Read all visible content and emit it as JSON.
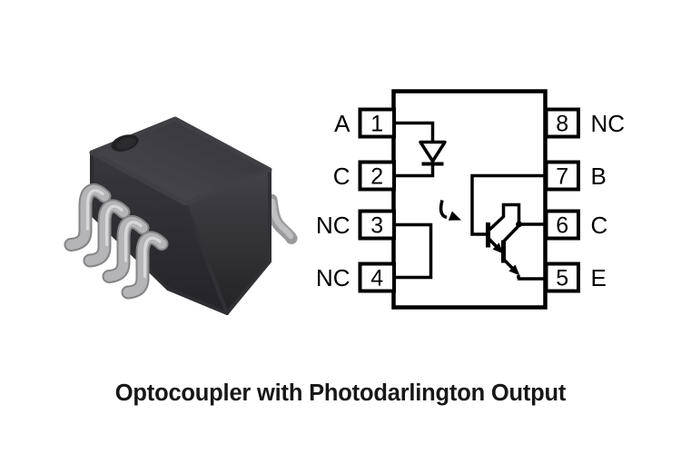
{
  "title": "Optocoupler with Photodarlington Output",
  "schematic": {
    "left_pins": [
      {
        "number": "1",
        "label": "A"
      },
      {
        "number": "2",
        "label": "C"
      },
      {
        "number": "3",
        "label": "NC"
      },
      {
        "number": "4",
        "label": "NC"
      }
    ],
    "right_pins": [
      {
        "number": "8",
        "label": "NC"
      },
      {
        "number": "7",
        "label": "B"
      },
      {
        "number": "6",
        "label": "C"
      },
      {
        "number": "5",
        "label": "E"
      }
    ],
    "graphics": {
      "input_symbol": "led-diode-symbol",
      "output_symbol": "photodarlington-pair-symbol",
      "coupling_symbol": "light-arrow-icon"
    }
  },
  "illustration": "soic-8-surface-mount-package-photo",
  "colors": {
    "line": "#000000",
    "background": "#ffffff",
    "title_text": "#171717",
    "chip_body": "#3a3a3e",
    "chip_leads": "#b5b5b7"
  }
}
